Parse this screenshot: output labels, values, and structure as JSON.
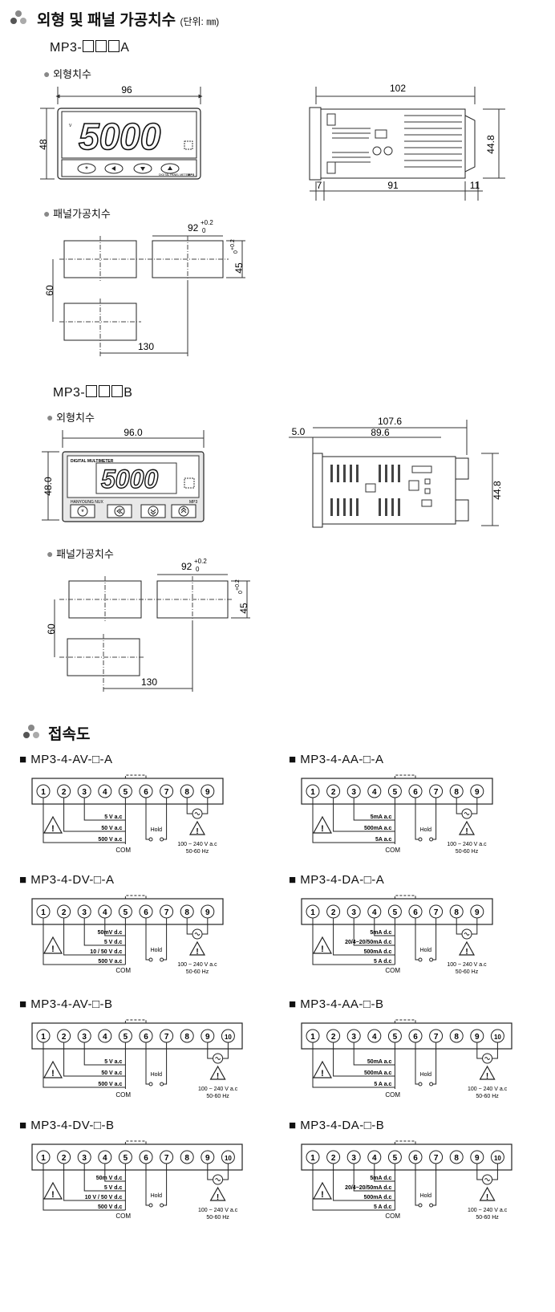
{
  "sections": {
    "outline_title": "외형 및 패널 가공치수",
    "outline_unit": "(단위: ㎜)",
    "wiring_title": "접속도"
  },
  "models": {
    "a": {
      "prefix": "MP3-",
      "suffix": "A"
    },
    "b": {
      "prefix": "MP3-",
      "suffix": "B"
    }
  },
  "labels": {
    "outline": "외형치수",
    "panel_cut": "패널가공치수",
    "bullet": "●"
  },
  "display": {
    "digits": "5000",
    "brand_a": "DIGITAL PANEL METER",
    "model_a": "MP3",
    "header_b": "DIGITAL MULTIMETER",
    "brand_b": "HANYOUNG NUX",
    "model_b": "MP3"
  },
  "dims_a": {
    "width": "96",
    "height": "48",
    "side_len": "102",
    "side_h": "44.8",
    "d7": "7",
    "d91": "91",
    "d11": "11",
    "cut_w": "92",
    "tol_plus": "+0.2",
    "tol_zero": "0",
    "cut_h": "45",
    "pitch_v": "60",
    "pitch_h": "130"
  },
  "dims_b": {
    "width": "96.0",
    "height": "48.0",
    "side_len": "107.6",
    "side_inner": "89.6",
    "side_front": "5.0",
    "side_h": "44.8",
    "cut_w": "92",
    "tol_plus": "+0.2",
    "tol_zero": "0",
    "cut_h": "45",
    "pitch_v": "60",
    "pitch_h": "130"
  },
  "wiring": [
    {
      "title": "■ MP3-4-AV-□-A",
      "count": 9,
      "ranges": [
        "5 V a.c",
        "50 V a.c",
        "500 V a.c"
      ],
      "com": "COM",
      "hold": "Hold",
      "power": "100 ~ 240 V a.c",
      "freq": "50-60 Hz"
    },
    {
      "title": "■ MP3-4-AA-□-A",
      "count": 9,
      "ranges": [
        "5mA a.c",
        "500mA a.c",
        "5A a.c"
      ],
      "com": "COM",
      "hold": "Hold",
      "power": "100 ~ 240 V a.c",
      "freq": "50-60 Hz"
    },
    {
      "title": "■ MP3-4-DV-□-A",
      "count": 9,
      "ranges": [
        "50mV d.c",
        "5 V d.c",
        "10 / 50 V d.c",
        "500 V a.c"
      ],
      "com": "COM",
      "hold": "Hold",
      "power": "100 ~ 240 V a.c",
      "freq": "50-60 Hz"
    },
    {
      "title": "■ MP3-4-DA-□-A",
      "count": 9,
      "ranges": [
        "5mA d.c",
        "20/4~20/50mA d.c",
        "500mA d.c",
        "5 A d.c"
      ],
      "com": "COM",
      "hold": "Hold",
      "power": "100 ~ 240 V a.c",
      "freq": "50-60 Hz"
    },
    {
      "title": "■ MP3-4-AV-□-B",
      "count": 10,
      "ranges": [
        "5 V a.c",
        "50 V a.c",
        "500 V a.c"
      ],
      "com": "COM",
      "hold": "Hold",
      "power": "100 ~ 240 V a.c",
      "freq": "50-60 Hz"
    },
    {
      "title": "■ MP3-4-AA-□-B",
      "count": 10,
      "ranges": [
        "50mA a.c",
        "500mA a.c",
        "5 A a.c"
      ],
      "com": "COM",
      "hold": "Hold",
      "power": "100 ~ 240 V a.c",
      "freq": "50-60 Hz"
    },
    {
      "title": "■ MP3-4-DV-□-B",
      "count": 10,
      "ranges": [
        "50m V d.c",
        "5 V d.c",
        "10 V / 50 V d.c",
        "500 V d.c"
      ],
      "com": "COM",
      "hold": "Hold",
      "power": "100 ~ 240 V a.c",
      "freq": "50-60 Hz"
    },
    {
      "title": "■ MP3-4-DA-□-B",
      "count": 10,
      "ranges": [
        "5mA d.c",
        "20/4~20/50mA d.c",
        "500mA d.c",
        "5 A d.c"
      ],
      "com": "COM",
      "hold": "Hold",
      "power": "100 ~ 240 V a.c",
      "freq": "50-60 Hz"
    }
  ]
}
